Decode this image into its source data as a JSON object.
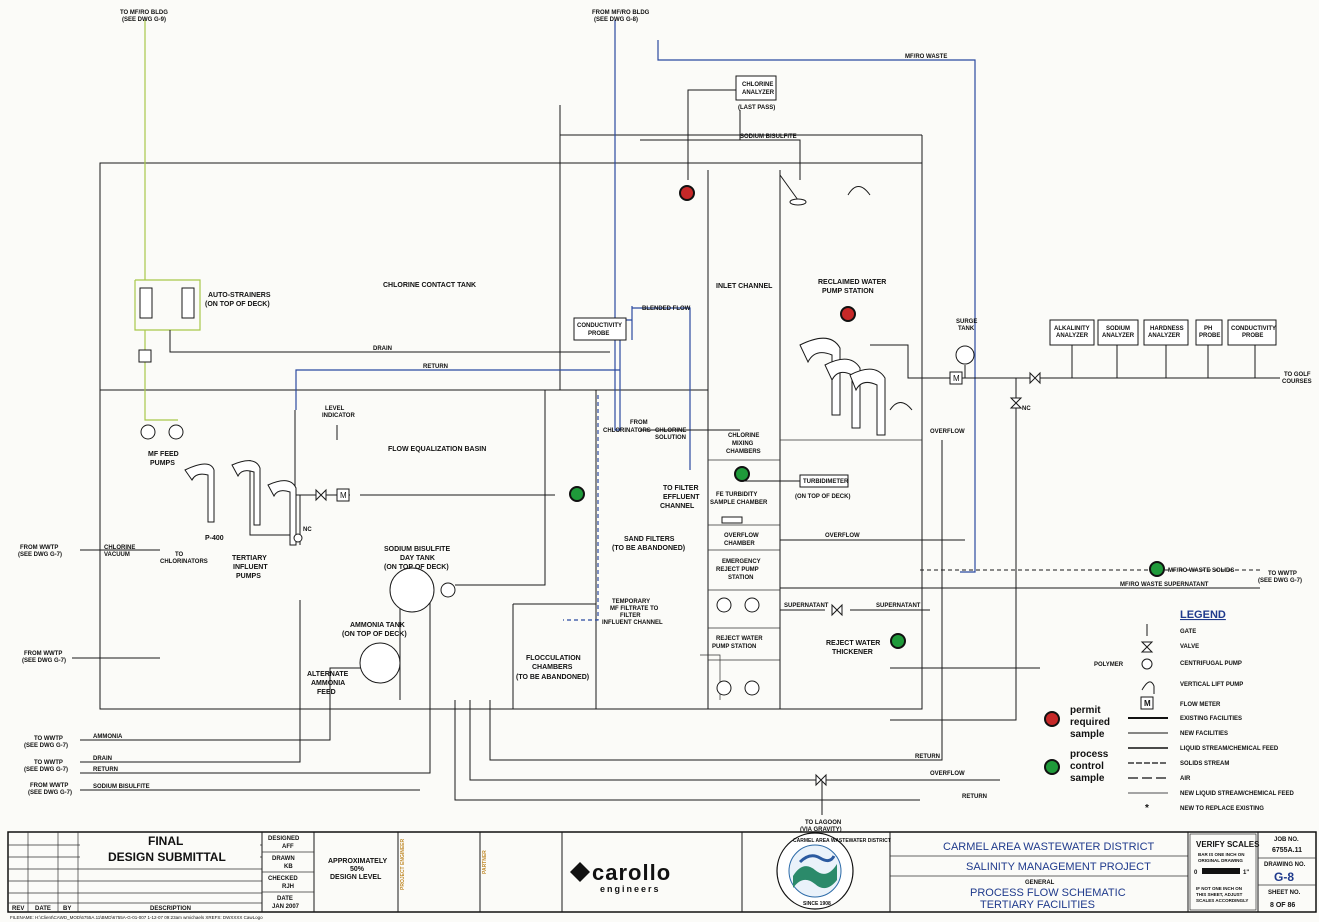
{
  "refs": {
    "to_mfro": [
      "TO MF/RO BLDG",
      "(SEE DWG G-9)"
    ],
    "from_mfro": [
      "FROM MF/RO BLDG",
      "(SEE DWG G-8)"
    ],
    "mfro_waste": "MF/RO WASTE",
    "from_wwtp_chlorine": [
      "FROM WWTP",
      "(SEE DWG G-7)"
    ],
    "from_wwtp_2": [
      "FROM WWTP",
      "(SEE DWG G-7)"
    ],
    "to_wwtp_ammonia": [
      "TO WWTP",
      "(SEE DWG G-7)"
    ],
    "to_wwtp_return": [
      "TO WWTP",
      "(SEE DWG G-7)"
    ],
    "from_wwtp_bisulfite": [
      "FROM WWTP",
      "(SEE DWG G-7)"
    ],
    "to_wwtp_right": [
      "TO WWTP",
      "(SEE DWG G-7)"
    ],
    "to_golf": [
      "TO GOLF",
      "COURSES"
    ],
    "to_lagoon": [
      "TO LAGOON",
      "(VIA GRAVITY)"
    ]
  },
  "areas": {
    "chlorine_contact_tank": "CHLORINE CONTACT TANK",
    "flow_eq_basin": "FLOW EQUALIZATION BASIN",
    "inlet_channel": "INLET CHANNEL",
    "reclaimed_pump": [
      "RECLAIMED WATER",
      "PUMP STATION"
    ],
    "sand_filters": [
      "SAND FILTERS",
      "(TO BE ABANDONED)"
    ],
    "flocculation": [
      "FLOCCULATION",
      "CHAMBERS",
      "(TO BE ABANDONED)"
    ],
    "chlorine_mixing": [
      "CHLORINE",
      "MIXING",
      "CHAMBERS"
    ],
    "fe_turbidity": [
      "FE TURBIDITY",
      "SAMPLE CHAMBER"
    ],
    "overflow_chamber": [
      "OVERFLOW",
      "CHAMBER"
    ],
    "emergency_reject": [
      "EMERGENCY",
      "REJECT PUMP",
      "STATION"
    ],
    "reject_water_pump": [
      "REJECT WATER",
      "PUMP STATION"
    ],
    "reject_thickener": [
      "REJECT WATER",
      "THICKENER"
    ]
  },
  "labels": {
    "chlorine_analyzer": [
      "CHLORINE",
      "ANALYZER"
    ],
    "last_pass": "(LAST PASS)",
    "sodium_bisulfite": "SODIUM BISULFITE",
    "auto_strainers": [
      "AUTO-STRAINERS",
      "(ON TOP OF DECK)"
    ],
    "conductivity_probe": [
      "CONDUCTIVITY",
      "PROBE"
    ],
    "blended_flow": "BLENDED FLOW",
    "drain": "DRAIN",
    "return": "RETURN",
    "level_indicator": [
      "LEVEL",
      "INDICATOR"
    ],
    "mf_feed_pumps": [
      "MF FEED",
      "PUMPS"
    ],
    "from_chlorinators": [
      "FROM",
      "CHLORINATORS"
    ],
    "chlorine_solution": [
      "CHLORINE",
      "SOLUTION"
    ],
    "to_filter_effluent": [
      "TO FILTER",
      "EFFLUENT",
      "CHANNEL"
    ],
    "turbidimeter": "TURBIDIMETER",
    "on_top_of_deck": "(ON TOP OF DECK)",
    "surge_tank": [
      "SURGE",
      "TANK"
    ],
    "p400": "P-400",
    "tertiary_influent": [
      "TERTIARY",
      "INFLUENT",
      "PUMPS"
    ],
    "nc": "NC",
    "chlorine_vacuum": [
      "CHLORINE",
      "VACUUM"
    ],
    "to_chlorinators": [
      "TO",
      "CHLORINATORS"
    ],
    "sb_day_tank": [
      "SODIUM BISULFITE",
      "DAY TANK",
      "(ON TOP OF DECK)"
    ],
    "temporary_filtrate": [
      "TEMPORARY",
      "MF FILTRATE TO",
      "FILTER",
      "INFLUENT CHANNEL"
    ],
    "ammonia_tank": [
      "AMMONIA TANK",
      "(ON TOP OF DECK)"
    ],
    "alternate_ammonia": [
      "ALTERNATE",
      "AMMONIA",
      "FEED"
    ],
    "overflow": "OVERFLOW",
    "supernatant": "SUPERNATANT",
    "mfro_waste_solids": "MF/RO WASTE SOLIDS",
    "mfro_waste_supernatant": "MF/RO WASTE SUPERNATANT",
    "polymer": "POLYMER",
    "ammonia": "AMMONIA",
    "sodium_bisulfite_line": "SODIUM BISULFITE"
  },
  "analyzers": [
    [
      "ALKALINITY",
      "ANALYZER"
    ],
    [
      "SODIUM",
      "ANALYZER"
    ],
    [
      "HARDNESS",
      "ANALYZER"
    ],
    [
      "PH",
      "PROBE"
    ],
    [
      "CONDUCTIVITY",
      "PROBE"
    ]
  ],
  "samples": {
    "permit": [
      "permit",
      "required",
      "sample"
    ],
    "process": [
      "process",
      "control",
      "sample"
    ],
    "permit_color": "#d42a2a",
    "process_color": "#1f9a3a"
  },
  "legend": {
    "title": "LEGEND",
    "items": [
      "GATE",
      "VALVE",
      "CENTRIFUGAL PUMP",
      "VERTICAL LIFT PUMP",
      "FLOW METER",
      "EXISTING FACILITIES",
      "NEW FACILITIES",
      "LIQUID STREAM/CHEMICAL FEED",
      "SOLIDS STREAM",
      "AIR",
      "NEW LIQUID STREAM/CHEMICAL FEED",
      "NEW TO REPLACE EXISTING"
    ],
    "meter_symbol": "M",
    "asterisk": "*"
  },
  "title_block": {
    "final": "FINAL",
    "design_submittal": "DESIGN SUBMITTAL",
    "designed": "DESIGNED",
    "designed_by": "AFF",
    "drawn": "DRAWN",
    "drawn_by": "KB",
    "checked": "CHECKED",
    "checked_by": "RJH",
    "date_label": "DATE",
    "date": "JAN 2007",
    "approx": [
      "APPROXIMATELY",
      "50%",
      "DESIGN LEVEL"
    ],
    "project_engineer": "PROJECT ENGINEER",
    "partner": "PARTNER",
    "firm": "carollo",
    "firm_sub": "engineers",
    "district": "CARMEL AREA WASTEWATER DISTRICT",
    "project": "SALINITY MANAGEMENT PROJECT",
    "general": "GENERAL",
    "sheet_title": [
      "PROCESS FLOW SCHEMATIC",
      "TERTIARY FACILITIES"
    ],
    "verify_scales": "VERIFY SCALES",
    "bar_note": [
      "BAR IS ONE INCH ON",
      "ORIGINAL DRAWING"
    ],
    "scale_marks": [
      "0",
      "1\""
    ],
    "not_one_inch": [
      "IF NOT ONE INCH ON",
      "THIS SHEET, ADJUST",
      "SCALES ACCORDINGLY"
    ],
    "job_no_label": "JOB NO.",
    "job_no": "6755A.11",
    "drawing_no_label": "DRAWING NO.",
    "drawing_no": "G-8",
    "sheet_no_label": "SHEET NO.",
    "sheet_no": "8 OF 86",
    "rev": "REV",
    "date_col": "DATE",
    "by": "BY",
    "description": "DESCRIPTION",
    "filename": "FILENAME: H:\\Client\\CAWD_MOD\\6755A.11\\BMD\\6755A-G-01-007  1-12-07  09:23am  wmichaels  XREFS: DWXXXX CawLogo",
    "seal_text": "CARMEL AREA WASTEWATER DISTRICT",
    "seal_since": "SINCE 1908"
  }
}
